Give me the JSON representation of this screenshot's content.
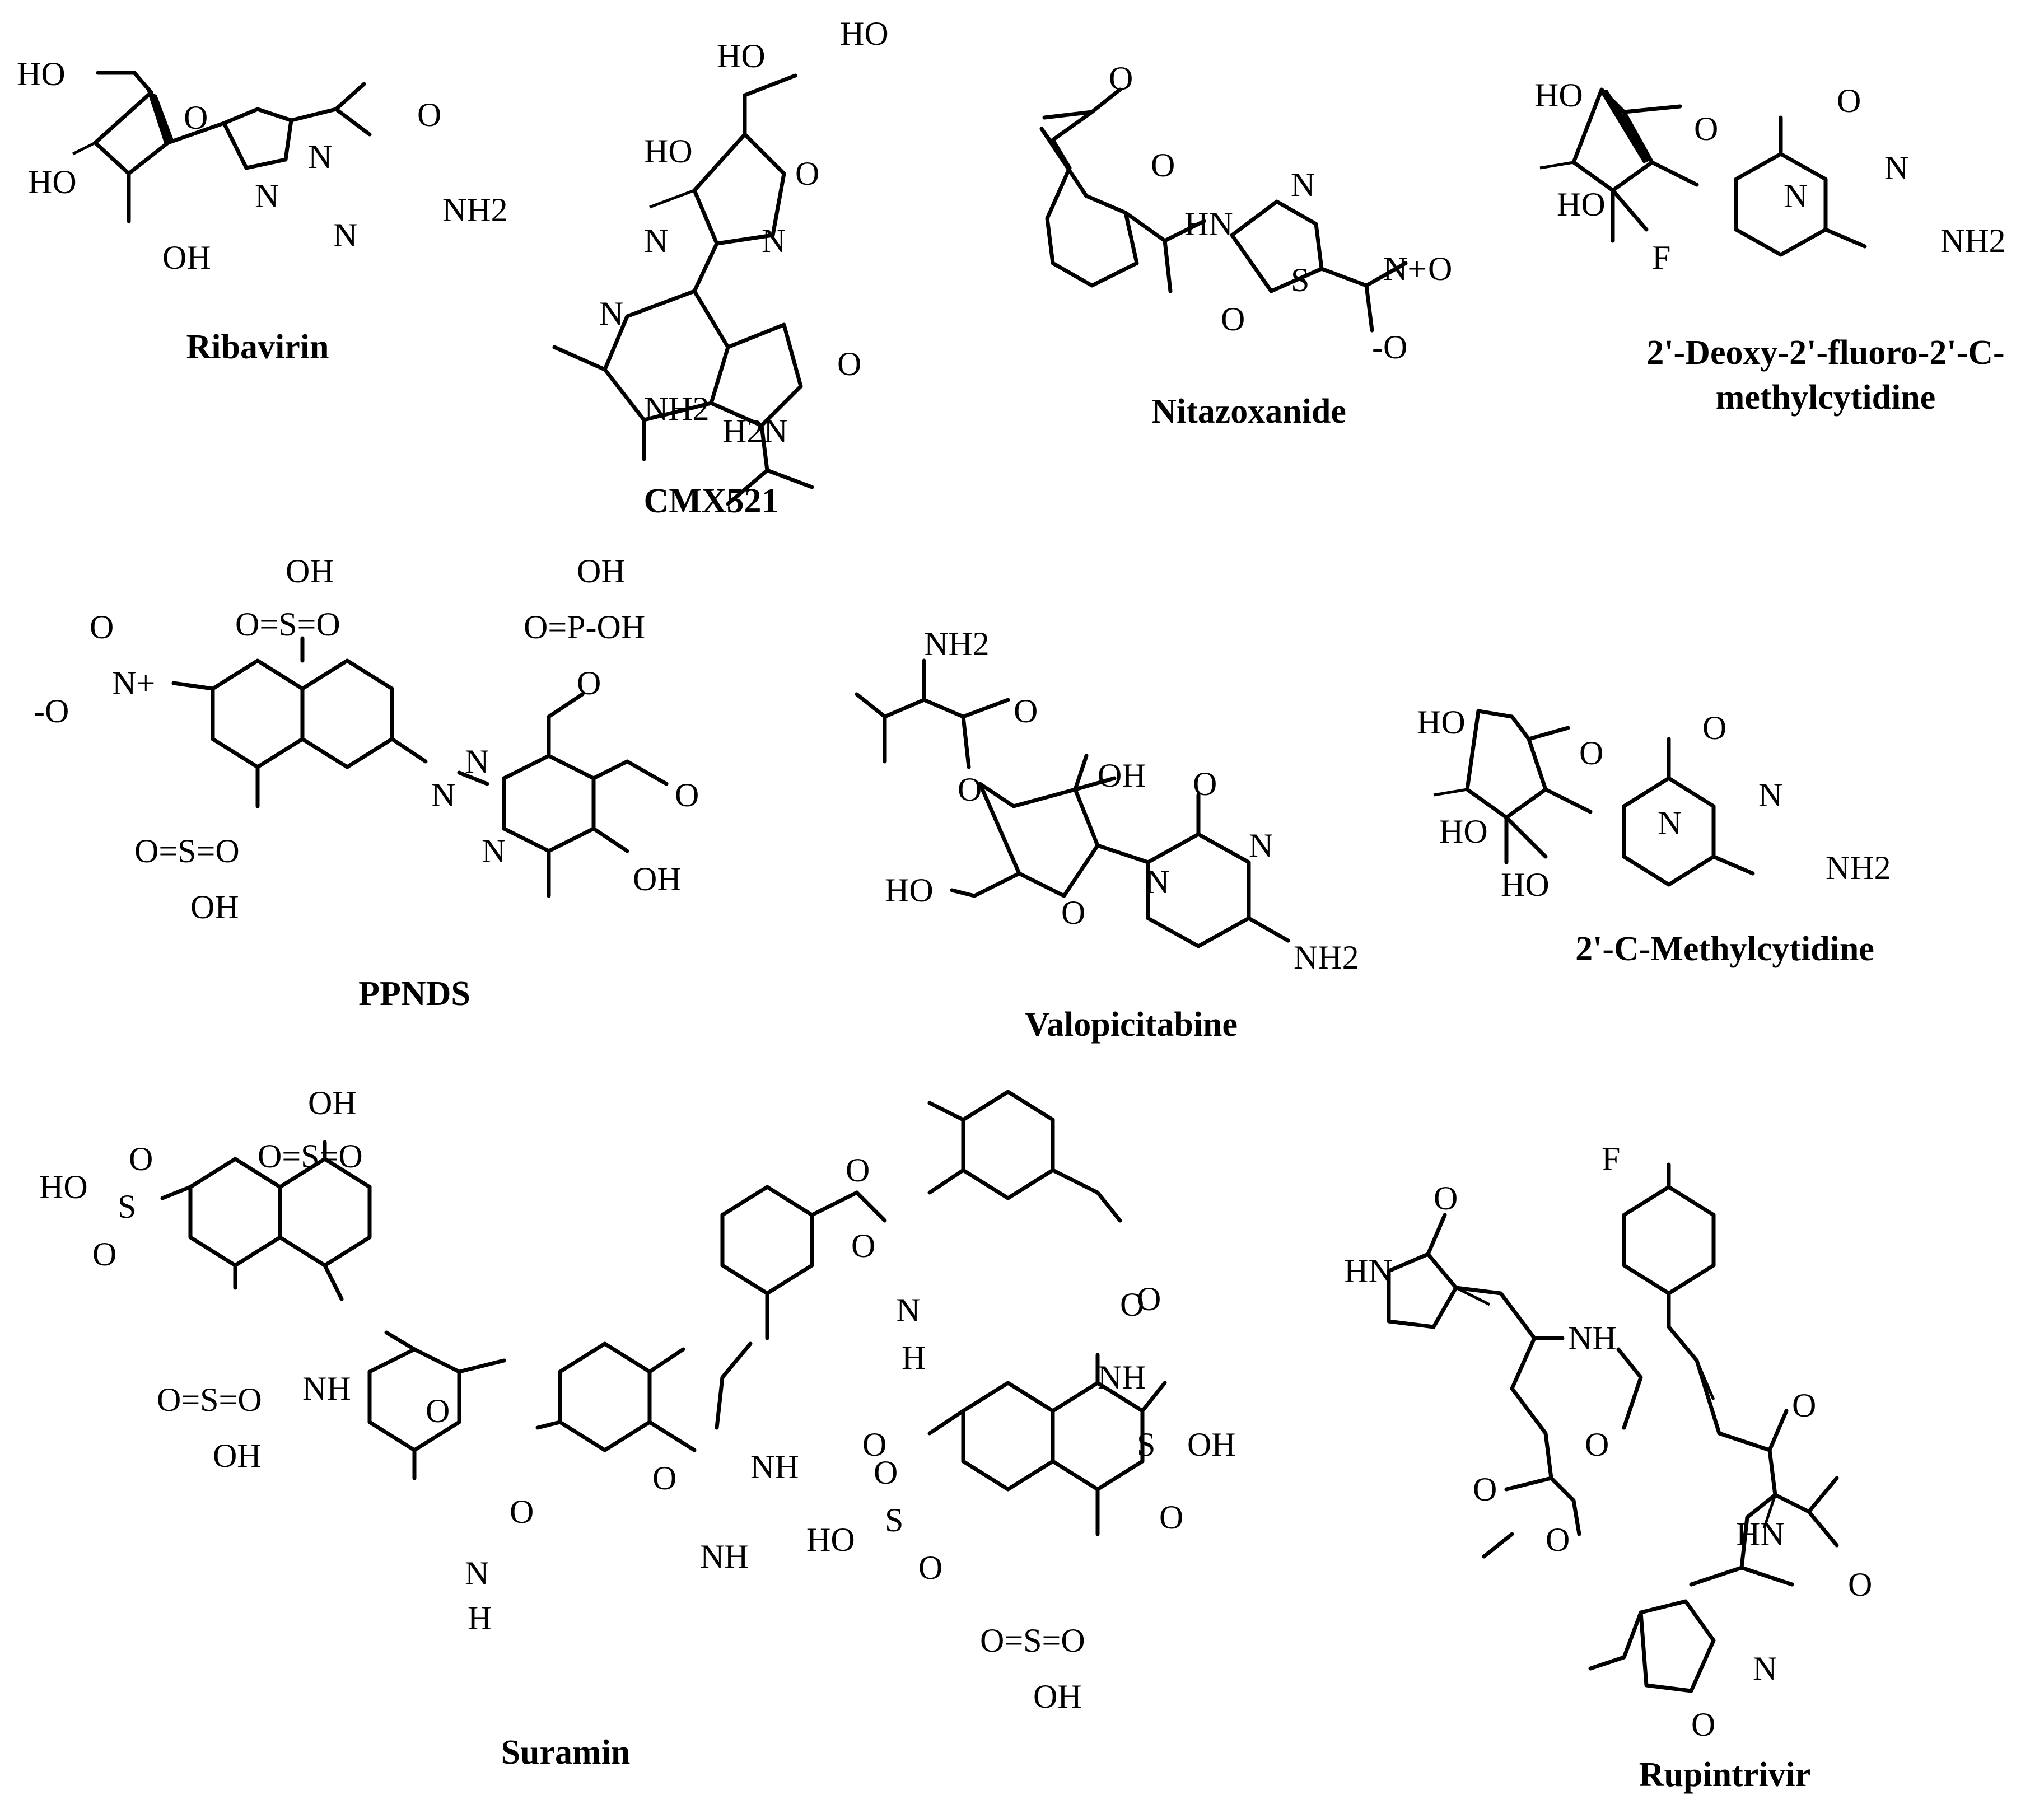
{
  "figure": {
    "compounds": [
      {
        "id": "ribavirin",
        "name": "Ribavirin",
        "atoms": [
          "HO",
          "O",
          "HO",
          "OH",
          "N",
          "N",
          "N",
          "O",
          "NH2"
        ]
      },
      {
        "id": "cmx521",
        "name": "CMX521",
        "atoms": [
          "HO",
          "HO",
          "HO",
          "O",
          "N",
          "N",
          "N",
          "NH2",
          "O",
          "H2N"
        ]
      },
      {
        "id": "nitazoxanide",
        "name": "Nitazoxanide",
        "atoms": [
          "O",
          "O",
          "HN",
          "N",
          "S",
          "O",
          "N+",
          "O",
          "-O"
        ]
      },
      {
        "id": "deoxyfluoro",
        "name": "2'-Deoxy-2'-fluoro-2'-C-methylcytidine",
        "name_lines": [
          "2'-Deoxy-2'-fluoro-2'-C-",
          "methylcytidine"
        ],
        "atoms": [
          "HO",
          "O",
          "HO",
          "F",
          "N",
          "O",
          "N",
          "NH2"
        ]
      },
      {
        "id": "ppnds",
        "name": "PPNDS",
        "atoms": [
          "OH",
          "O=S=O",
          "-O",
          "N+",
          "O",
          "N",
          "N",
          "O=S=O",
          "OH",
          "OH",
          "O=P-OH",
          "O",
          "N",
          "O",
          "OH"
        ]
      },
      {
        "id": "valopicitabine",
        "name": "Valopicitabine",
        "atoms": [
          "NH2",
          "O",
          "O",
          "OH",
          "HO",
          "O",
          "N",
          "O",
          "N",
          "NH2"
        ]
      },
      {
        "id": "methylcytidine",
        "name": "2'-C-Methylcytidine",
        "atoms": [
          "HO",
          "O",
          "HO",
          "HO",
          "N",
          "O",
          "N",
          "NH2"
        ]
      },
      {
        "id": "suramin",
        "name": "Suramin",
        "atoms": [
          "OH",
          "O=S=O",
          "HO",
          "S",
          "O",
          "O",
          "O=S=O",
          "OH",
          "NH",
          "O",
          "N",
          "H",
          "O",
          "O",
          "NH",
          "NH",
          "O",
          "N",
          "H",
          "O",
          "NH",
          "O",
          "OH",
          "S",
          "O",
          "HO",
          "S",
          "O",
          "O",
          "O=S=O",
          "OH",
          "O",
          "O"
        ]
      },
      {
        "id": "rupintrivir",
        "name": "Rupintrivir",
        "atoms": [
          "F",
          "O",
          "HN",
          "NH",
          "O",
          "O",
          "O",
          "O",
          "HN",
          "O",
          "N",
          "O"
        ]
      }
    ]
  }
}
